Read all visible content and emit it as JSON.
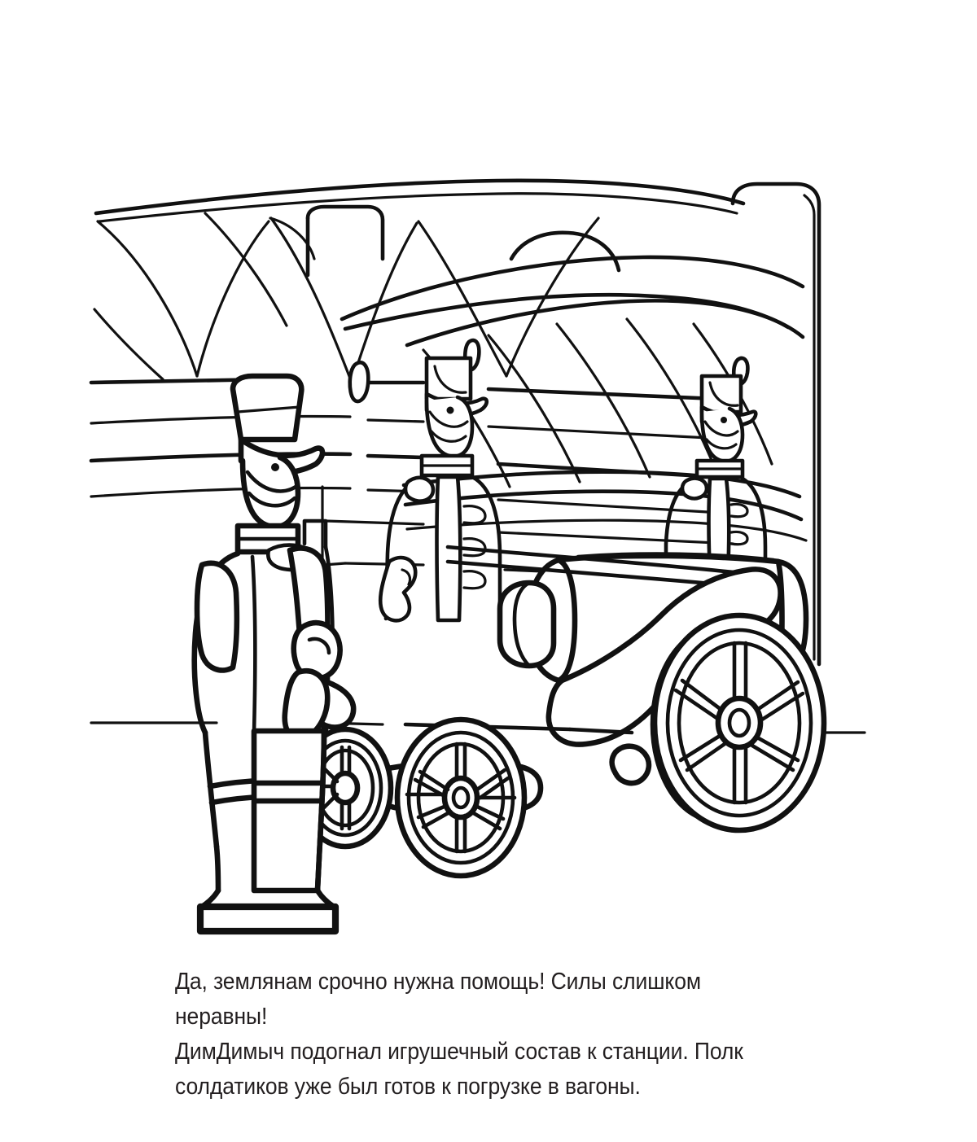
{
  "page": {
    "type": "coloring-book-page",
    "background_color": "#ffffff",
    "ink_color": "#111111"
  },
  "illustration": {
    "title": "Toy soldiers with cannon beside a toy train at the station",
    "alt_text": "Black and white line drawing for coloring: three toy soldiers in shako hats stand beside a large cannon on a wheeled carriage in front of a toy steam locomotive under a station canopy",
    "elements": [
      {
        "name": "station-canopy",
        "description": "Curved roof with zigzag chevron panels"
      },
      {
        "name": "toy-train",
        "description": "Locomotive body with dome and striped boiler behind the soldiers"
      },
      {
        "name": "platform-railing",
        "description": "Horizontal bands running across the scene"
      },
      {
        "name": "soldier-front",
        "description": "Foreground toy soldier in profile standing on a flat base"
      },
      {
        "name": "soldier-middle",
        "description": "Middle toy soldier with buttoned tunic"
      },
      {
        "name": "soldier-right",
        "description": "Rear toy soldier partly hidden behind the cannon"
      },
      {
        "name": "cannon",
        "description": "Large cannon barrel on a carriage"
      },
      {
        "name": "wheel-large",
        "description": "Large spoked carriage wheel, 6 spokes"
      },
      {
        "name": "wheel-medium",
        "description": "Medium spoked carriage wheel, 8 spokes"
      },
      {
        "name": "wheel-small",
        "description": "Small spoked wheel behind the front soldier"
      },
      {
        "name": "ground-line",
        "description": "Horizontal ground line"
      }
    ]
  },
  "caption": {
    "lines": [
      "Да, землянам срочно нужна помощь! Силы слишком неравны!",
      "ДимДимыч подогнал игрушечный состав к станции. Полк",
      "солдатиков уже был готов к погрузке в вагоны."
    ],
    "text": "Да, землянам срочно нужна помощь! Силы слишком неравны!\nДимДимыч подогнал игрушечный состав к станции. Полк\nсолдатиков уже был готов к погрузке в вагоны.",
    "color": "#231f20"
  }
}
